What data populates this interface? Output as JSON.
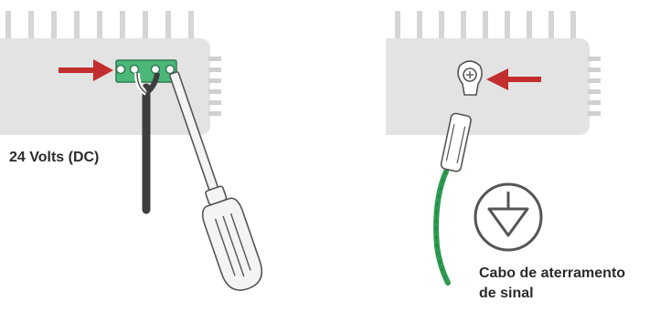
{
  "labels": {
    "power": "24 Volts (DC)",
    "ground_line1": "Cabo de aterramento",
    "ground_line2": "de sinal"
  },
  "colors": {
    "device_body": "#e3e3e3",
    "device_fin": "#d5d5d5",
    "arrow": "#c22d2d",
    "terminal_block": "#4bb87a",
    "wire_dark": "#4a4a4a",
    "wire_green": "#2e9a52",
    "outline": "#555555",
    "screwdriver_fill": "#f4f4f4",
    "label_text": "#2b2b2b"
  },
  "icons": {
    "ground_symbol": "ground-icon",
    "screw_symbol": "plus-screw-icon"
  }
}
